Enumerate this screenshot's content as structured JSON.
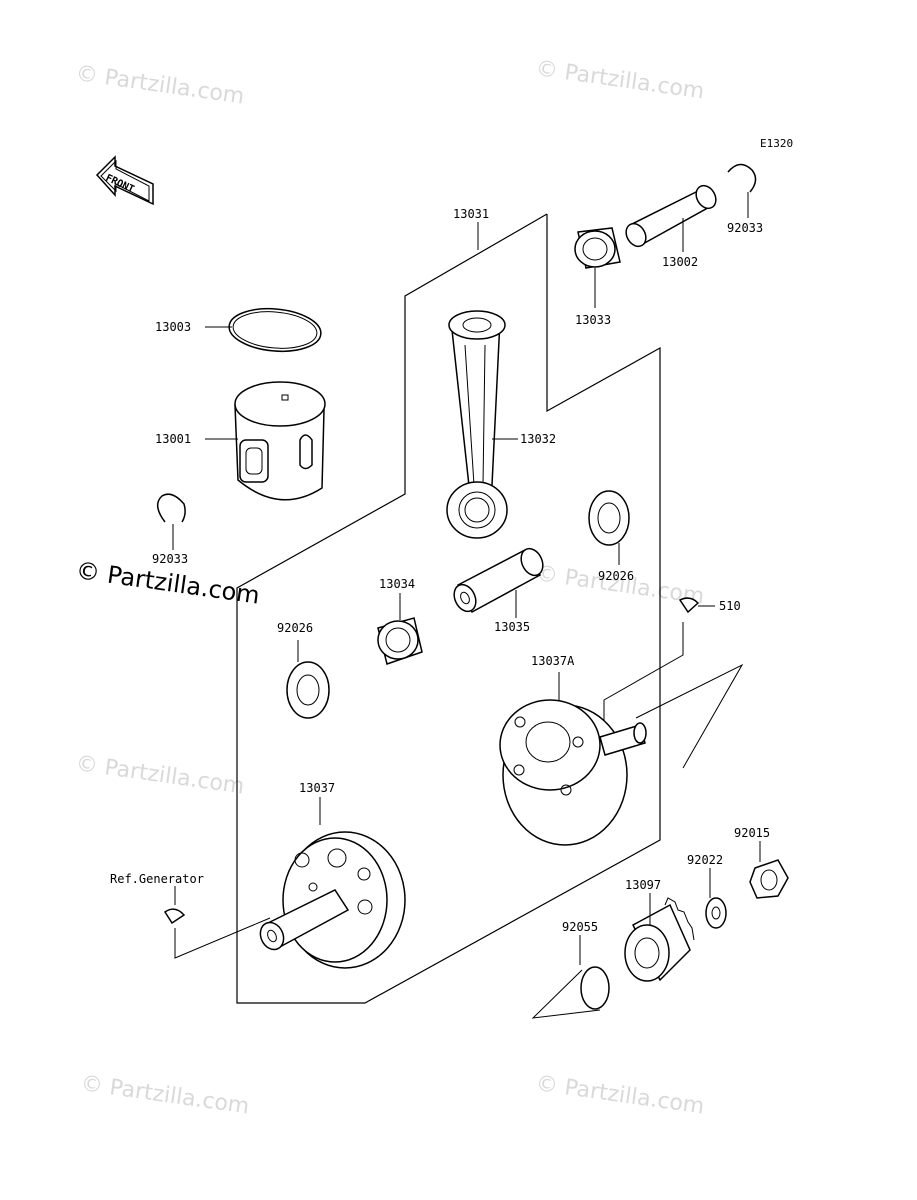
{
  "diagram_code": "E1320",
  "front_label": "FRONT",
  "watermarks": [
    "© Partzilla.com",
    "© Partzilla.com",
    "© Partzilla.com",
    "© Partzilla.com",
    "© Partzilla.com",
    "© Partzilla.com"
  ],
  "watermark_main": "© Partzilla.com",
  "parts": {
    "p13031": "13031",
    "p13003": "13003",
    "p13001": "13001",
    "p92033_left": "92033",
    "p13032": "13032",
    "p13002": "13002",
    "p92033_right": "92033",
    "p13033": "13033",
    "p13034": "13034",
    "p13035": "13035",
    "p92026_left": "92026",
    "p92026_right": "92026",
    "p510": "510",
    "p13037A": "13037A",
    "p13037": "13037",
    "ref_generator": "Ref.Generator",
    "p92015": "92015",
    "p92022": "92022",
    "p13097": "13097",
    "p92055": "92055"
  }
}
